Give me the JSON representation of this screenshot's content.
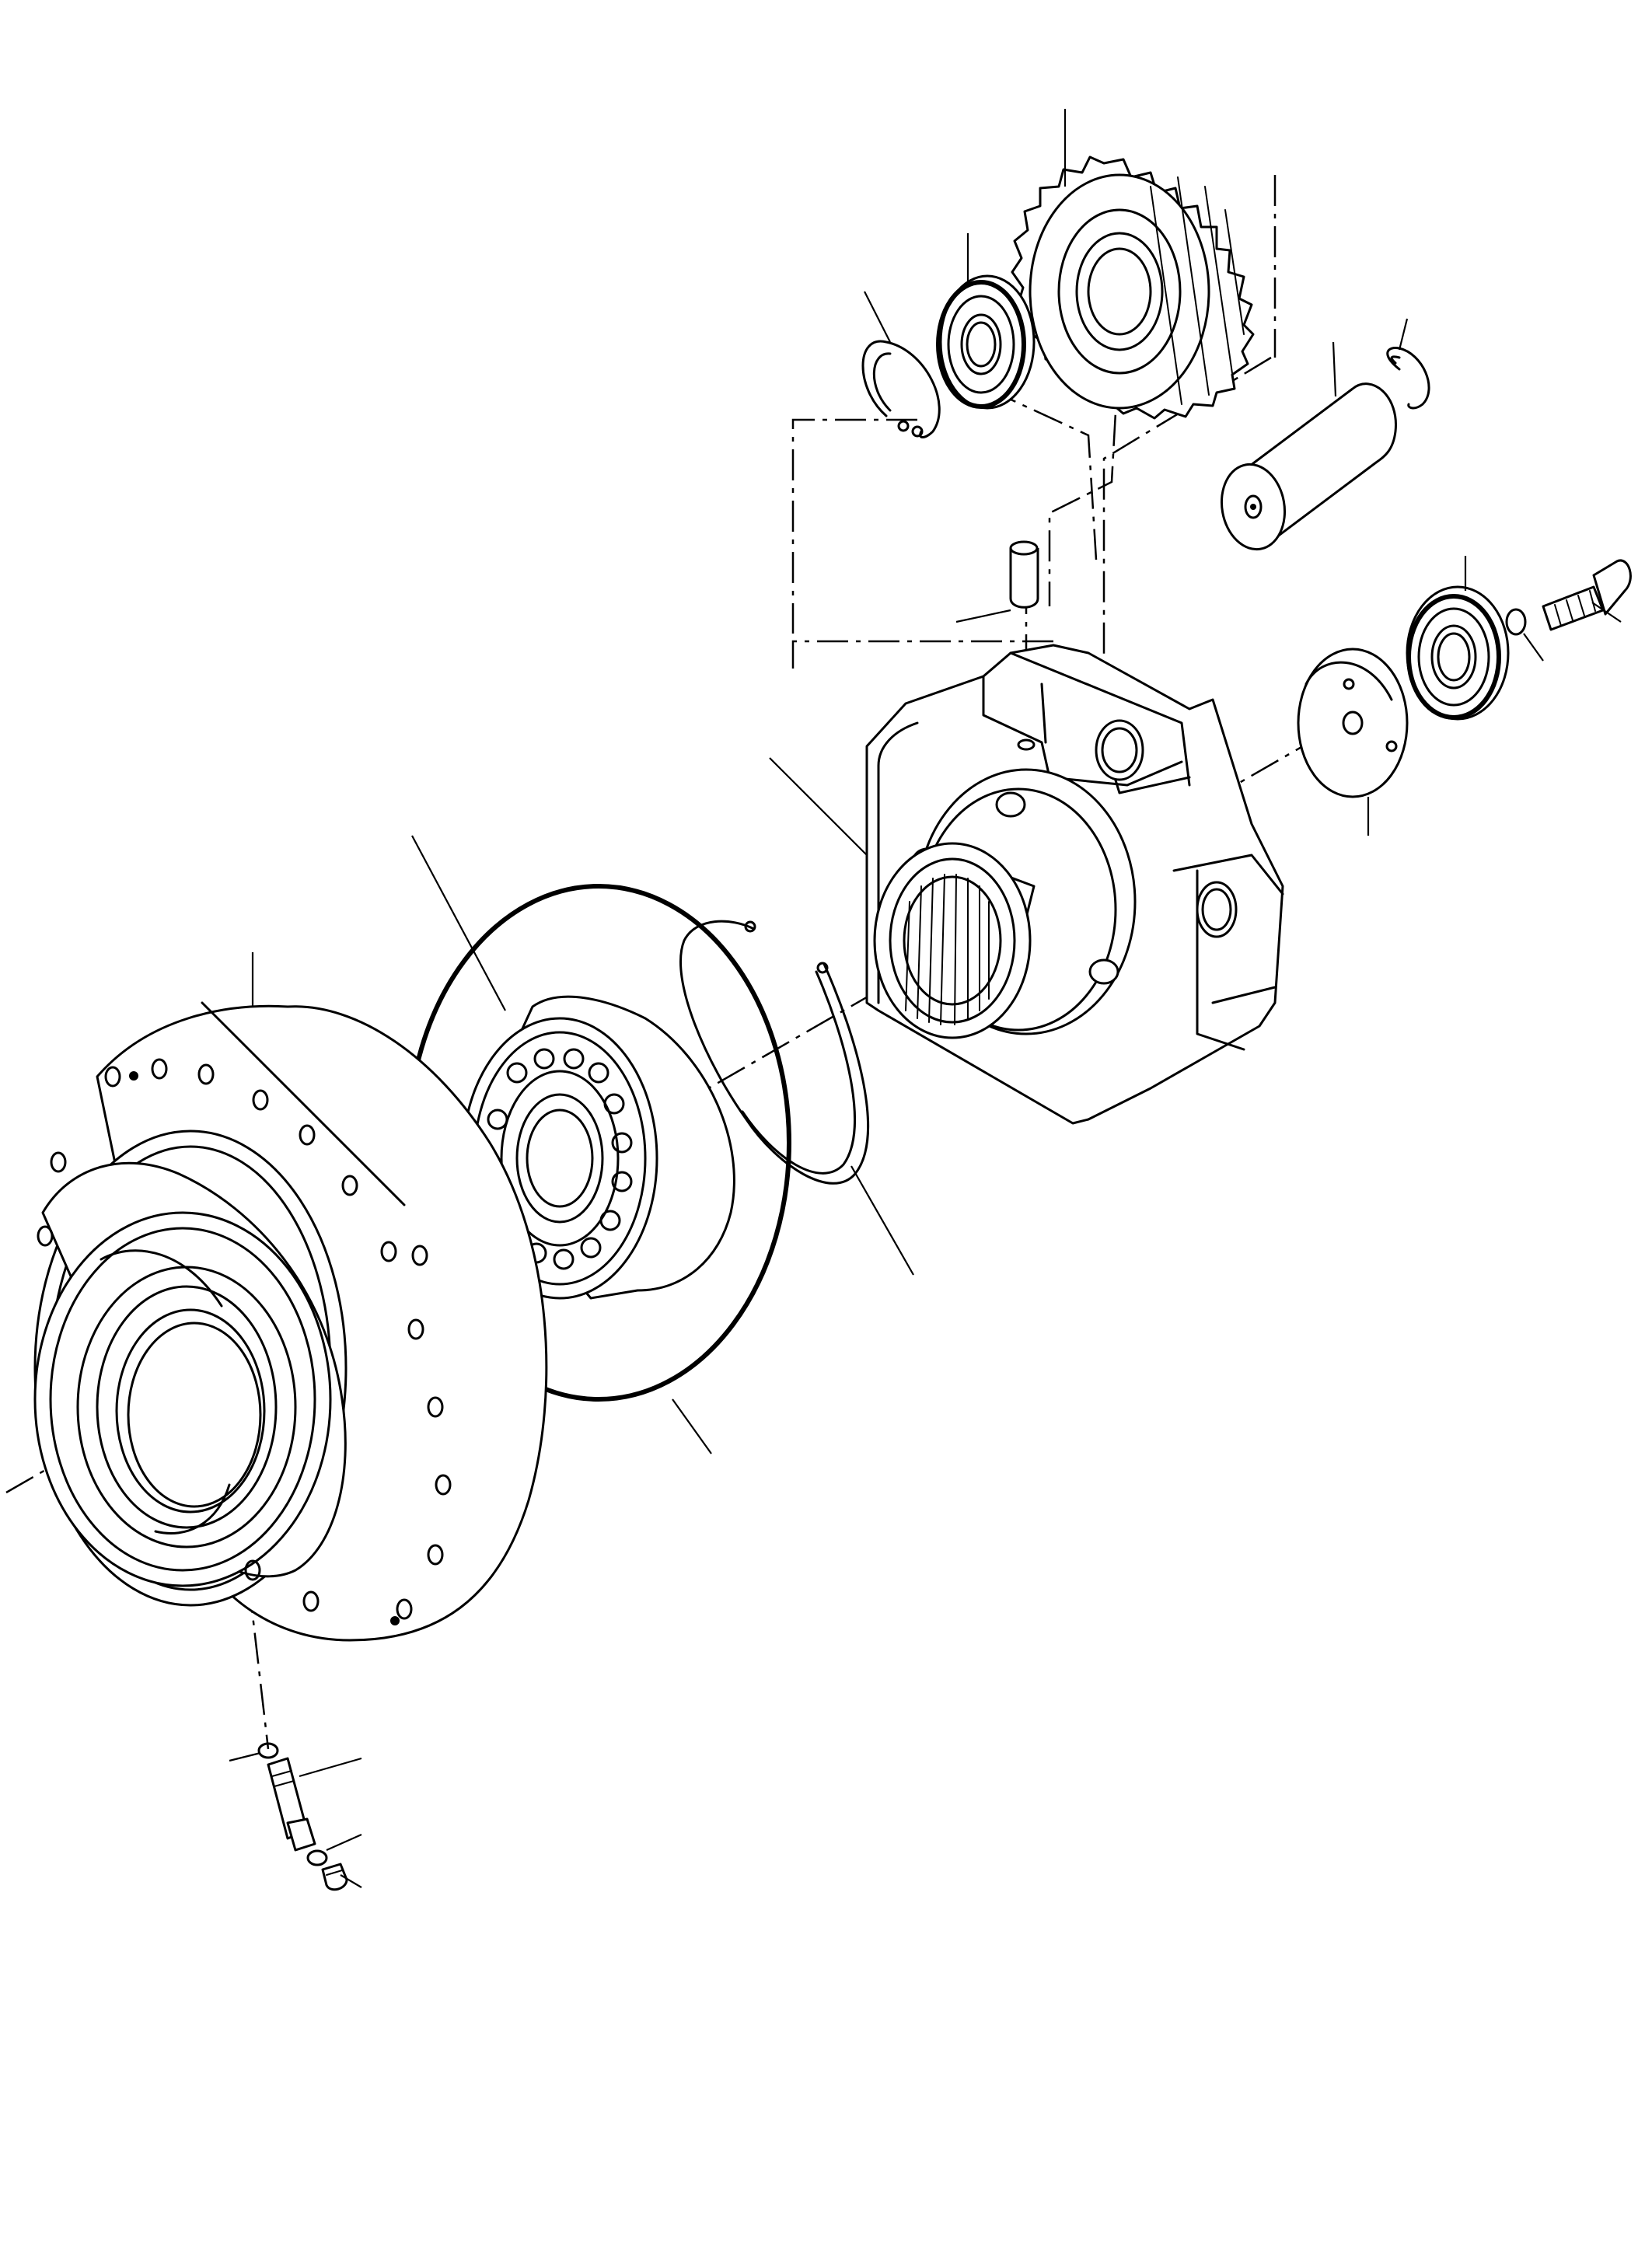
{
  "drawing": {
    "parts": [
      {
        "id": "planet-gear"
      },
      {
        "id": "gear-bearing"
      },
      {
        "id": "gear-circlip"
      },
      {
        "id": "planet-pin"
      },
      {
        "id": "pin-circlip"
      },
      {
        "id": "dowel-pin"
      },
      {
        "id": "planet-carrier"
      },
      {
        "id": "thrust-washer"
      },
      {
        "id": "carrier-bearing"
      },
      {
        "id": "small-o-ring"
      },
      {
        "id": "cap-screw"
      },
      {
        "id": "main-bearing"
      },
      {
        "id": "large-o-ring"
      },
      {
        "id": "snap-ring"
      },
      {
        "id": "wheel-hub"
      },
      {
        "id": "plug-seal-upper"
      },
      {
        "id": "plug-adapter"
      },
      {
        "id": "plug-seal-lower"
      },
      {
        "id": "drain-plug"
      }
    ]
  }
}
